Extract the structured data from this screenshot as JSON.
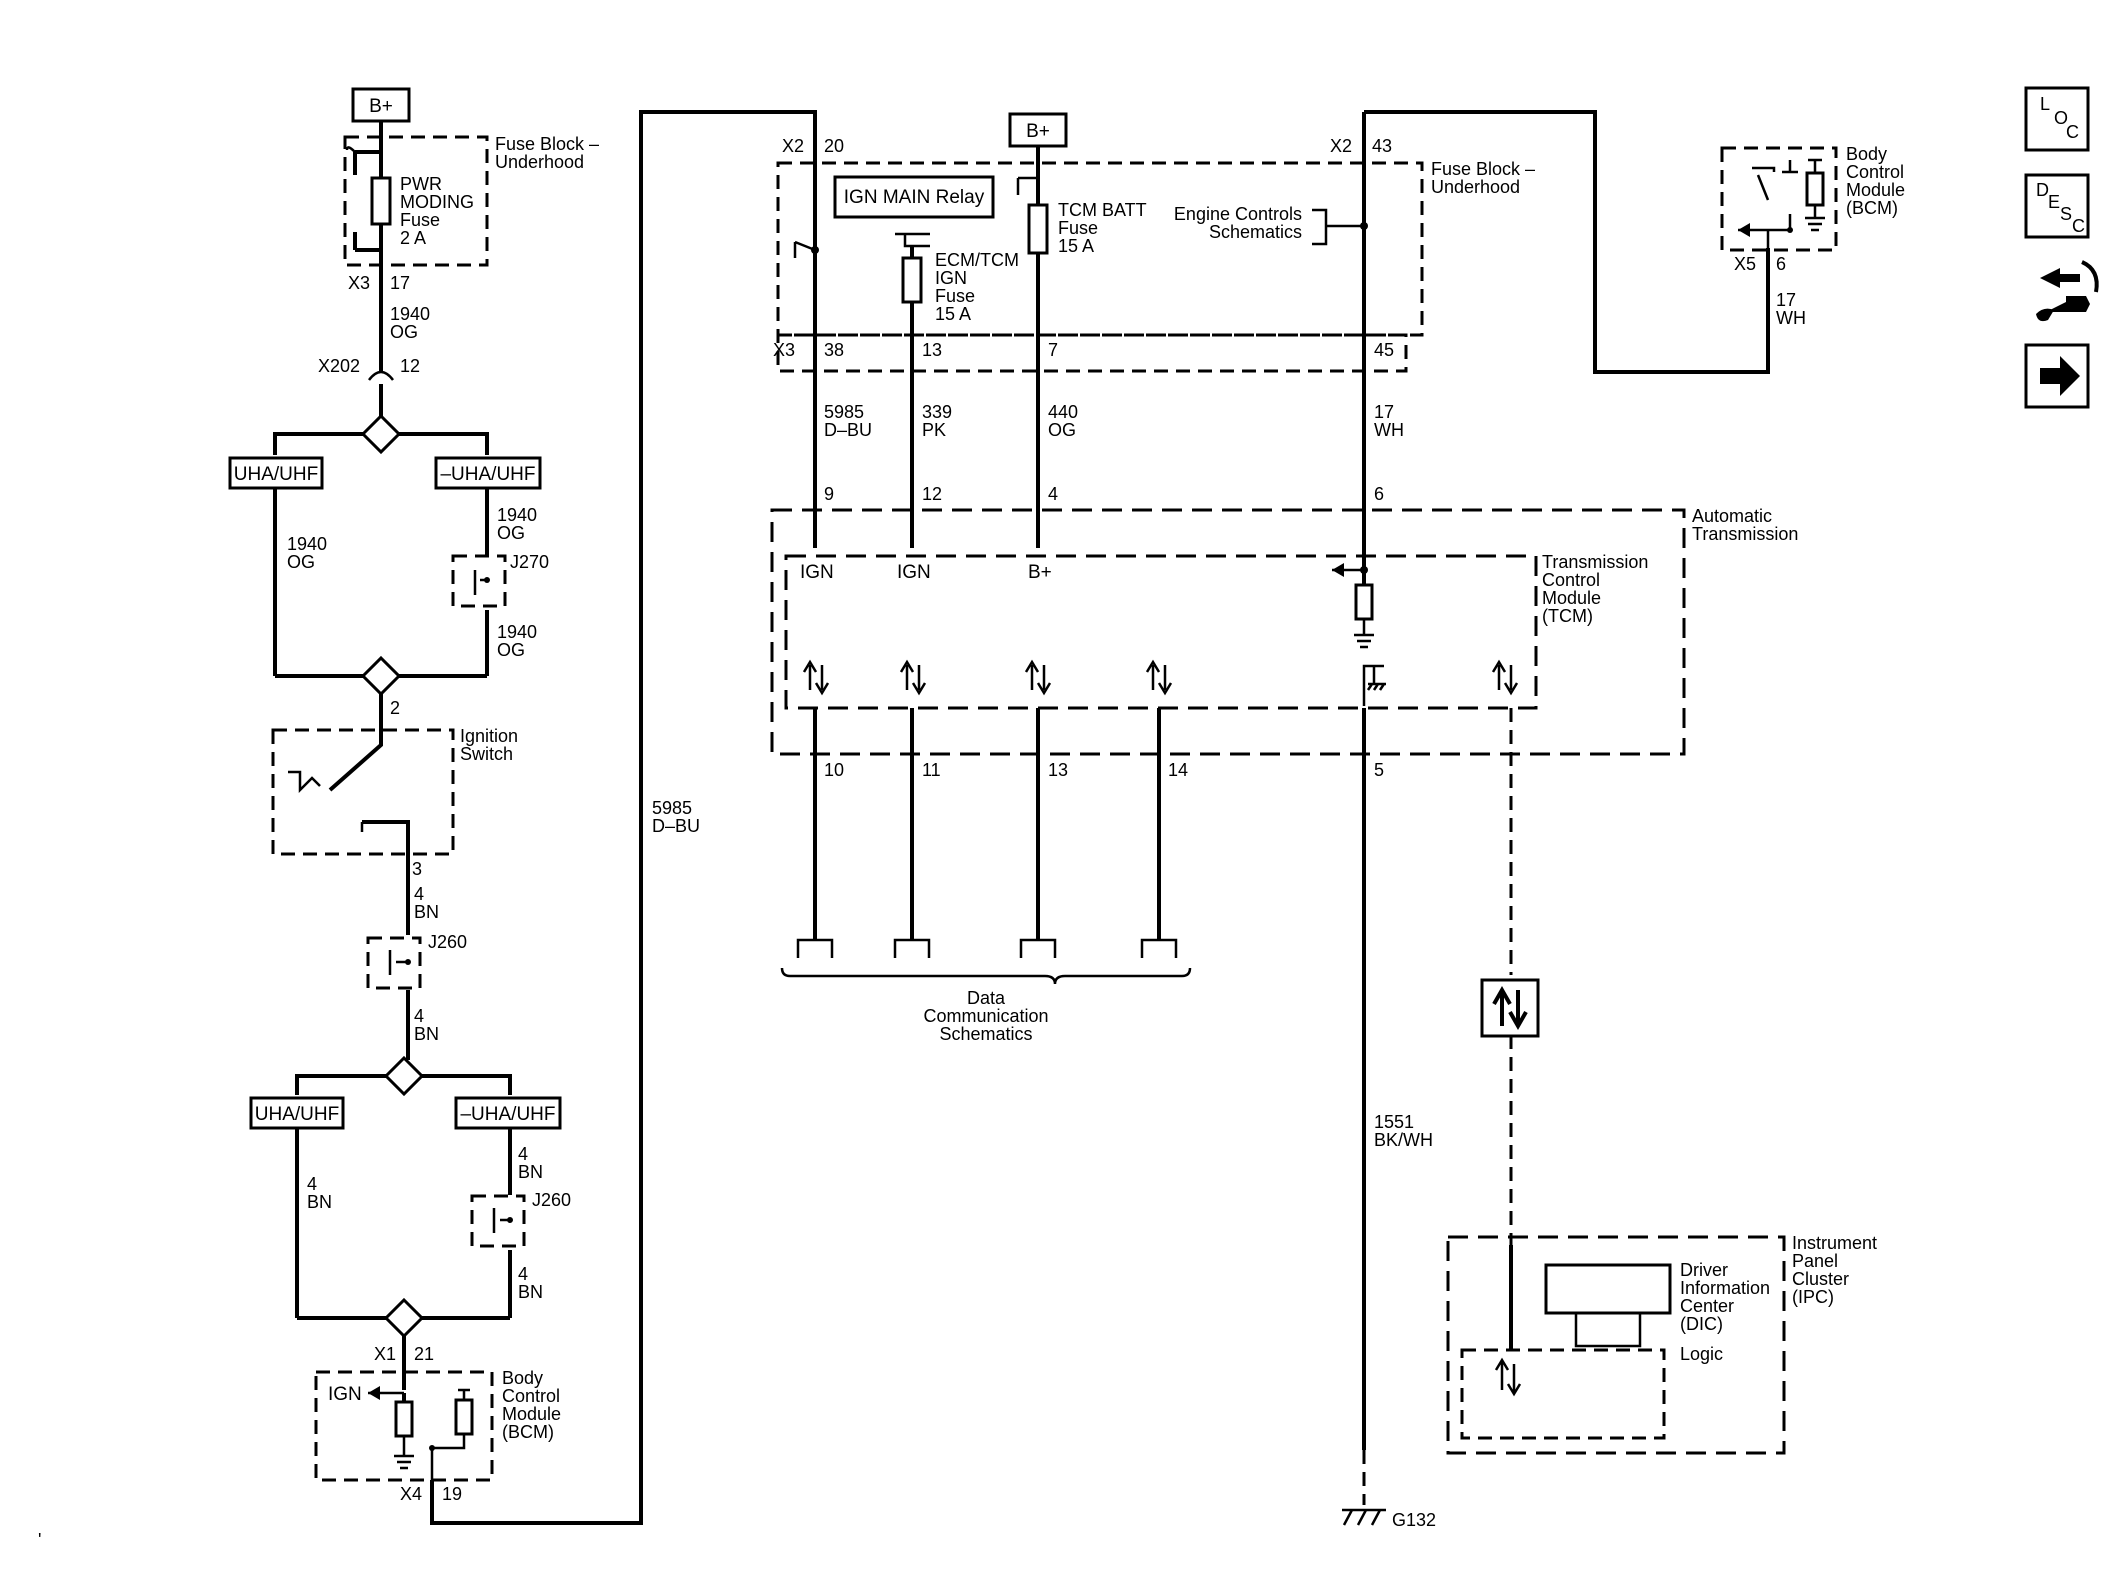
{
  "power": {
    "bplus_left": "B+",
    "bplus_center": "B+"
  },
  "fuse_block_left": {
    "title_line1": "Fuse Block –",
    "title_line2": "Underhood",
    "fuse_line1": "PWR",
    "fuse_line2": "MODING",
    "fuse_line3": "Fuse",
    "fuse_line4": "2 A",
    "connector": "X3",
    "pin": "17"
  },
  "left_wires": {
    "w1_circuit": "1940",
    "w1_color": "OG",
    "x202": "X202",
    "x202_pin": "12",
    "uha_left": "UHA/UHF",
    "uha_right": "–UHA/UHF",
    "w2_circuit": "1940",
    "w2_color": "OG",
    "w3_circuit": "1940",
    "w3_color": "OG",
    "j270": "J270",
    "w4_circuit": "1940",
    "w4_color": "OG",
    "ign_pin_in": "2"
  },
  "ignition_switch": {
    "line1": "Ignition",
    "line2": "Switch",
    "pin_out": "3"
  },
  "lower_left": {
    "w5_circuit": "4",
    "w5_color": "BN",
    "j260_a": "J260",
    "w6_circuit": "4",
    "w6_color": "BN",
    "uha_left": "UHA/UHF",
    "uha_right": "–UHA/UHF",
    "w7_circuit": "4",
    "w7_color": "BN",
    "w8_circuit": "4",
    "w8_color": "BN",
    "j260_b": "J260",
    "w9_circuit": "4",
    "w9_color": "BN",
    "x1": "X1",
    "x1_pin": "21"
  },
  "bcm_left": {
    "ign": "IGN",
    "line1": "Body",
    "line2": "Control",
    "line3": "Module",
    "line4": "(BCM)",
    "x4": "X4",
    "x4_pin": "19"
  },
  "loop_wire": {
    "circuit": "5985",
    "color": "D–BU"
  },
  "fuse_block_center": {
    "x2_left": "X2",
    "x2_left_pin": "20",
    "ign_main_relay": "IGN MAIN Relay",
    "ecm_line1": "ECM/TCM",
    "ecm_line2": "IGN",
    "ecm_line3": "Fuse",
    "ecm_line4": "15 A",
    "tcm_line1": "TCM BATT",
    "tcm_line2": "Fuse",
    "tcm_line3": "15 A",
    "engine_line1": "Engine Controls",
    "engine_line2": "Schematics",
    "x2_right": "X2",
    "x2_right_pin": "43",
    "title_line1": "Fuse Block –",
    "title_line2": "Underhood",
    "x3": "X3",
    "pin_38": "38",
    "pin_13": "13",
    "pin_7": "7",
    "pin_45": "45"
  },
  "center_wires": {
    "a_circuit": "5985",
    "a_color": "D–BU",
    "b_circuit": "339",
    "b_color": "PK",
    "c_circuit": "440",
    "c_color": "OG",
    "d_circuit": "17",
    "d_color": "WH",
    "tcm_pin_9": "9",
    "tcm_pin_12": "12",
    "tcm_pin_4": "4",
    "tcm_pin_6": "6"
  },
  "transmission": {
    "auto_line1": "Automatic",
    "auto_line2": "Transmission",
    "tcm_line1": "Transmission",
    "tcm_line2": "Control",
    "tcm_line3": "Module",
    "tcm_line4": "(TCM)",
    "ign1": "IGN",
    "ign2": "IGN",
    "bplus": "B+",
    "pin_10": "10",
    "pin_11": "11",
    "pin_13": "13",
    "pin_14": "14",
    "pin_5": "5"
  },
  "data_comm": {
    "line1": "Data",
    "line2": "Communication",
    "line3": "Schematics"
  },
  "ground": {
    "circuit": "1551",
    "color": "BK/WH",
    "label": "G132"
  },
  "bcm_right": {
    "line1": "Body",
    "line2": "Control",
    "line3": "Module",
    "line4": "(BCM)",
    "x5": "X5",
    "pin": "6",
    "circuit": "17",
    "color": "WH"
  },
  "ipc": {
    "line1": "Instrument",
    "line2": "Panel",
    "line3": "Cluster",
    "line4": "(IPC)",
    "dic_line1": "Driver",
    "dic_line2": "Information",
    "dic_line3": "Center",
    "dic_line4": "(DIC)",
    "logic": "Logic"
  },
  "nav": {
    "loc": {
      "l": "L",
      "o": "O",
      "c": "C"
    },
    "desc": {
      "d": "D",
      "e": "E",
      "s": "S",
      "c": "C"
    }
  }
}
